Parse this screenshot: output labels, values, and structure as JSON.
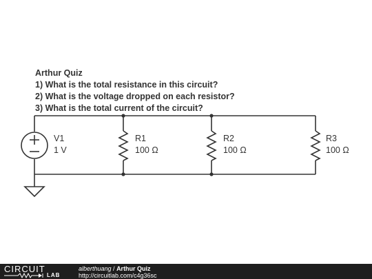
{
  "quiz": {
    "title": "Arthur Quiz",
    "q1": "1) What is the total resistance in this circuit?",
    "q2": "2) What is the voltage dropped on each resistor?",
    "q3": "3) What is the total current of the circuit?"
  },
  "components": {
    "v1": {
      "name": "V1",
      "value": "1 V"
    },
    "r1": {
      "name": "R1",
      "value": "100 Ω"
    },
    "r2": {
      "name": "R2",
      "value": "100 Ω"
    },
    "r3": {
      "name": "R3",
      "value": "100 Ω"
    }
  },
  "footer": {
    "logo_top": "CIRCUIT",
    "logo_bottom": "LAB",
    "author": "alberthuang",
    "separator": " / ",
    "circuit_title": "Arthur Quiz",
    "url": "http://circuitlab.com/c4g36sc"
  },
  "colors": {
    "wire": "#333333",
    "footer_bg": "#1e1e1e"
  }
}
